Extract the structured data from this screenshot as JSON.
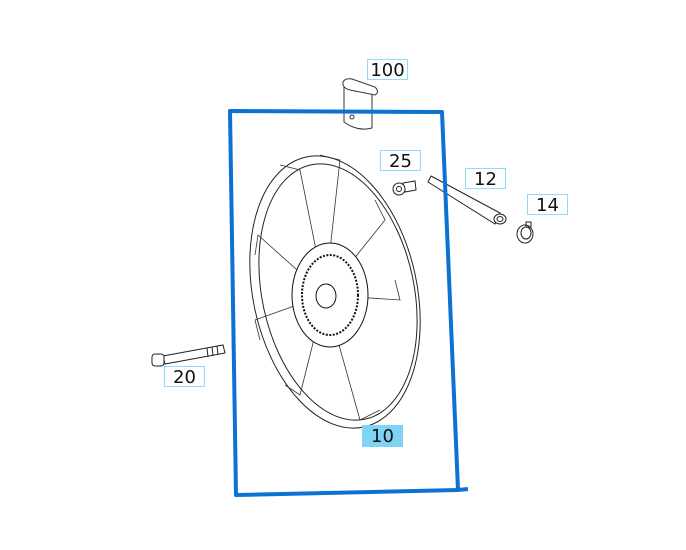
{
  "diagram": {
    "selection_color": "#0a72d2",
    "highlight_color": "#7fd3f5",
    "callouts": [
      {
        "label": "100",
        "part": "cap"
      },
      {
        "label": "25",
        "part": "screw"
      },
      {
        "label": "12",
        "part": "pipe"
      },
      {
        "label": "14",
        "part": "hose-clamp"
      },
      {
        "label": "20",
        "part": "bolt"
      },
      {
        "label": "10",
        "part": "fan",
        "selected": true
      }
    ]
  }
}
